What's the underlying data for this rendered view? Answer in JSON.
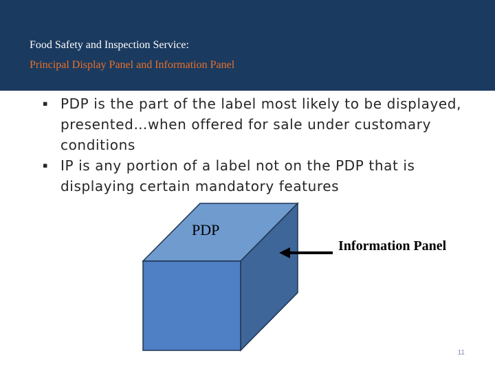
{
  "header": {
    "title": "Food Safety and Inspection Service:",
    "subtitle": "Principal Display Panel and Information Panel",
    "background_color": "#1b3a5f",
    "subtitle_color": "#e8722c"
  },
  "bullets": [
    {
      "marker": "▪",
      "text": "PDP is the part of the label most likely to be displayed, presented…when offered for sale under customary conditions"
    },
    {
      "marker": "▪",
      "text": "IP is any portion of a label not on the PDP that is displaying certain mandatory features"
    }
  ],
  "diagram": {
    "top_label": "PDP",
    "arrow_label": "Information Panel",
    "colors": {
      "top": "#6f9bcf",
      "front": "#4f7fc4",
      "side": "#3e6699",
      "arrow": "#000000"
    }
  },
  "slide_number": "11"
}
